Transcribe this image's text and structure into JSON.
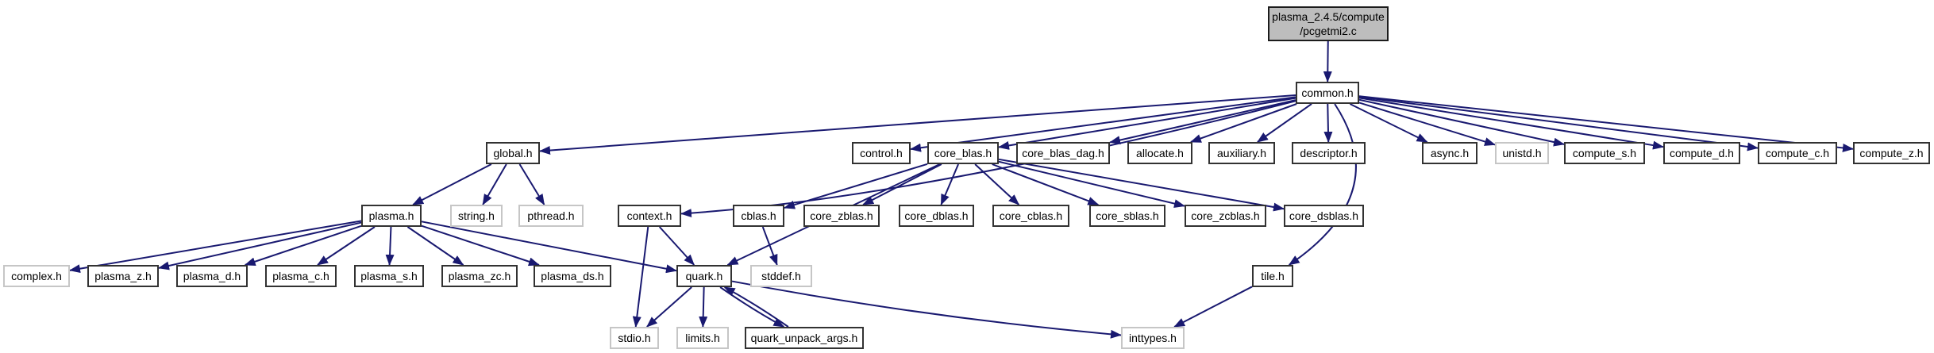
{
  "diagram": {
    "type": "include-dependency-graph",
    "root_file": "plasma_2.4.5/compute/pcgetmi2.c",
    "colors": {
      "background": "#ffffff",
      "edge": "#191970",
      "node_fill": "#ffffff",
      "node_border": "#323232",
      "system_node_border": "#c6c6c6",
      "root_node_fill": "#bdbdbd"
    },
    "nodes": [
      {
        "id": "pcgetmi2_c",
        "label": "plasma_2.4.5/compute\n/pcgetmi2.c",
        "kind": "root"
      },
      {
        "id": "common_h",
        "label": "common.h",
        "kind": "internal"
      },
      {
        "id": "global_h",
        "label": "global.h",
        "kind": "internal"
      },
      {
        "id": "control_h",
        "label": "control.h",
        "kind": "internal"
      },
      {
        "id": "core_blas_h",
        "label": "core_blas.h",
        "kind": "internal"
      },
      {
        "id": "core_blas_dag_h",
        "label": "core_blas_dag.h",
        "kind": "internal"
      },
      {
        "id": "allocate_h",
        "label": "allocate.h",
        "kind": "internal"
      },
      {
        "id": "auxiliary_h",
        "label": "auxiliary.h",
        "kind": "internal"
      },
      {
        "id": "descriptor_h",
        "label": "descriptor.h",
        "kind": "internal"
      },
      {
        "id": "async_h",
        "label": "async.h",
        "kind": "internal"
      },
      {
        "id": "unistd_h",
        "label": "unistd.h",
        "kind": "system"
      },
      {
        "id": "compute_s_h",
        "label": "compute_s.h",
        "kind": "internal"
      },
      {
        "id": "compute_d_h",
        "label": "compute_d.h",
        "kind": "internal"
      },
      {
        "id": "compute_c_h",
        "label": "compute_c.h",
        "kind": "internal"
      },
      {
        "id": "compute_z_h",
        "label": "compute_z.h",
        "kind": "internal"
      },
      {
        "id": "plasma_h",
        "label": "plasma.h",
        "kind": "internal"
      },
      {
        "id": "string_h",
        "label": "string.h",
        "kind": "system"
      },
      {
        "id": "pthread_h",
        "label": "pthread.h",
        "kind": "system"
      },
      {
        "id": "context_h",
        "label": "context.h",
        "kind": "internal"
      },
      {
        "id": "cblas_h",
        "label": "cblas.h",
        "kind": "internal"
      },
      {
        "id": "core_zblas_h",
        "label": "core_zblas.h",
        "kind": "internal"
      },
      {
        "id": "core_dblas_h",
        "label": "core_dblas.h",
        "kind": "internal"
      },
      {
        "id": "core_cblas_h",
        "label": "core_cblas.h",
        "kind": "internal"
      },
      {
        "id": "core_sblas_h",
        "label": "core_sblas.h",
        "kind": "internal"
      },
      {
        "id": "core_zcblas_h",
        "label": "core_zcblas.h",
        "kind": "internal"
      },
      {
        "id": "core_dsblas_h",
        "label": "core_dsblas.h",
        "kind": "internal"
      },
      {
        "id": "complex_h",
        "label": "complex.h",
        "kind": "system"
      },
      {
        "id": "plasma_z_h",
        "label": "plasma_z.h",
        "kind": "internal"
      },
      {
        "id": "plasma_d_h",
        "label": "plasma_d.h",
        "kind": "internal"
      },
      {
        "id": "plasma_c_h",
        "label": "plasma_c.h",
        "kind": "internal"
      },
      {
        "id": "plasma_s_h",
        "label": "plasma_s.h",
        "kind": "internal"
      },
      {
        "id": "plasma_zc_h",
        "label": "plasma_zc.h",
        "kind": "internal"
      },
      {
        "id": "plasma_ds_h",
        "label": "plasma_ds.h",
        "kind": "internal"
      },
      {
        "id": "quark_h",
        "label": "quark.h",
        "kind": "internal"
      },
      {
        "id": "stddef_h",
        "label": "stddef.h",
        "kind": "system"
      },
      {
        "id": "tile_h",
        "label": "tile.h",
        "kind": "internal"
      },
      {
        "id": "stdio_h",
        "label": "stdio.h",
        "kind": "system"
      },
      {
        "id": "limits_h",
        "label": "limits.h",
        "kind": "system"
      },
      {
        "id": "quark_unpack_args_h",
        "label": "quark_unpack_args.h",
        "kind": "internal"
      },
      {
        "id": "inttypes_h",
        "label": "inttypes.h",
        "kind": "system"
      }
    ],
    "edges": [
      {
        "from": "pcgetmi2_c",
        "to": "common_h"
      },
      {
        "from": "common_h",
        "to": "global_h"
      },
      {
        "from": "common_h",
        "to": "control_h"
      },
      {
        "from": "common_h",
        "to": "core_blas_h"
      },
      {
        "from": "common_h",
        "to": "core_blas_dag_h"
      },
      {
        "from": "common_h",
        "to": "allocate_h"
      },
      {
        "from": "common_h",
        "to": "auxiliary_h"
      },
      {
        "from": "common_h",
        "to": "descriptor_h"
      },
      {
        "from": "common_h",
        "to": "async_h"
      },
      {
        "from": "common_h",
        "to": "unistd_h"
      },
      {
        "from": "common_h",
        "to": "compute_s_h"
      },
      {
        "from": "common_h",
        "to": "compute_d_h"
      },
      {
        "from": "common_h",
        "to": "compute_c_h"
      },
      {
        "from": "common_h",
        "to": "compute_z_h"
      },
      {
        "from": "common_h",
        "to": "context_h"
      },
      {
        "from": "common_h",
        "to": "tile_h"
      },
      {
        "from": "global_h",
        "to": "plasma_h"
      },
      {
        "from": "global_h",
        "to": "string_h"
      },
      {
        "from": "global_h",
        "to": "pthread_h"
      },
      {
        "from": "plasma_h",
        "to": "complex_h"
      },
      {
        "from": "plasma_h",
        "to": "plasma_z_h"
      },
      {
        "from": "plasma_h",
        "to": "plasma_d_h"
      },
      {
        "from": "plasma_h",
        "to": "plasma_c_h"
      },
      {
        "from": "plasma_h",
        "to": "plasma_s_h"
      },
      {
        "from": "plasma_h",
        "to": "plasma_zc_h"
      },
      {
        "from": "plasma_h",
        "to": "plasma_ds_h"
      },
      {
        "from": "plasma_h",
        "to": "quark_h"
      },
      {
        "from": "context_h",
        "to": "quark_h"
      },
      {
        "from": "context_h",
        "to": "stdio_h"
      },
      {
        "from": "core_blas_h",
        "to": "cblas_h"
      },
      {
        "from": "core_blas_h",
        "to": "core_zblas_h"
      },
      {
        "from": "core_blas_h",
        "to": "core_dblas_h"
      },
      {
        "from": "core_blas_h",
        "to": "core_cblas_h"
      },
      {
        "from": "core_blas_h",
        "to": "core_sblas_h"
      },
      {
        "from": "core_blas_h",
        "to": "core_zcblas_h"
      },
      {
        "from": "core_blas_h",
        "to": "core_dsblas_h"
      },
      {
        "from": "core_blas_h",
        "to": "quark_h"
      },
      {
        "from": "cblas_h",
        "to": "stddef_h"
      },
      {
        "from": "quark_h",
        "to": "stdio_h"
      },
      {
        "from": "quark_h",
        "to": "limits_h"
      },
      {
        "from": "quark_h",
        "to": "quark_unpack_args_h"
      },
      {
        "from": "quark_h",
        "to": "inttypes_h"
      },
      {
        "from": "quark_unpack_args_h",
        "to": "quark_h"
      },
      {
        "from": "tile_h",
        "to": "inttypes_h"
      }
    ]
  }
}
